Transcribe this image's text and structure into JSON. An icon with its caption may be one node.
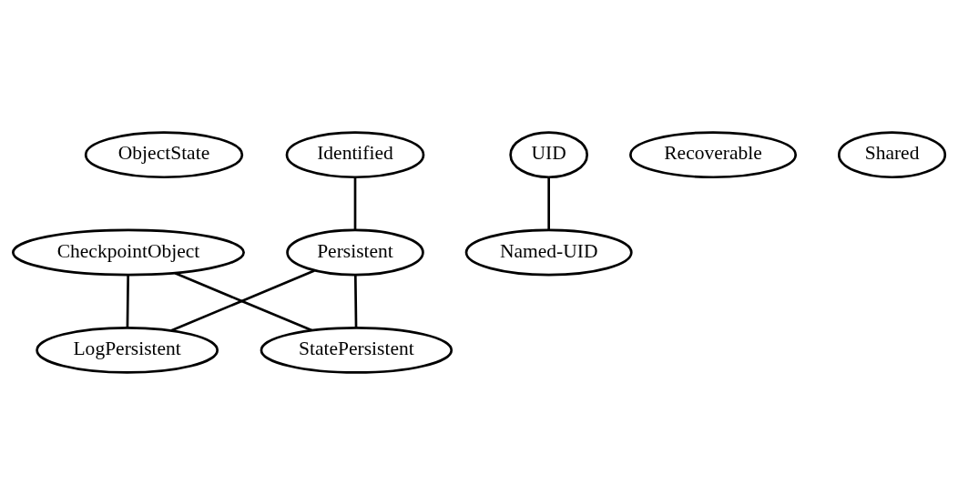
{
  "diagram": {
    "nodes": [
      {
        "text": [
          "ObjectState"
        ]
      },
      {
        "text": [
          "Identified"
        ]
      },
      {
        "text": [
          "CheckpointObject"
        ]
      },
      {
        "text": [
          "Persistent"
        ]
      },
      {
        "text": [
          "UID"
        ]
      },
      {
        "text": [
          "Recoverable"
        ]
      },
      {
        "text": [
          "Shared"
        ]
      },
      {
        "text": [
          "Named-UID"
        ]
      },
      {
        "text": [
          "LogPersistent"
        ]
      },
      {
        "text": [
          "StatePersistent"
        ]
      }
    ],
    "edges": [
      {
        "from": 1,
        "to": 3,
        "arrow": "none"
      },
      {
        "from": 3,
        "to": 8,
        "arrow": "none"
      },
      {
        "from": 3,
        "to": 9,
        "arrow": "none"
      },
      {
        "from": 2,
        "to": 8,
        "arrow": "none"
      },
      {
        "from": 2,
        "to": 9,
        "arrow": "none"
      },
      {
        "from": 4,
        "to": 7,
        "arrow": "none"
      }
    ]
  }
}
